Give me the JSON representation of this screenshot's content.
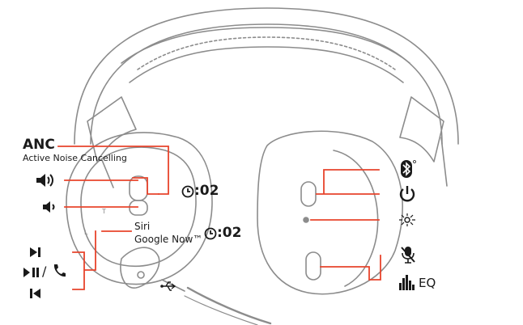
{
  "colors": {
    "callout": "#e8442c",
    "outline": "#8c8c8c",
    "ink": "#1a1a1a"
  },
  "labels": {
    "anc_title": "ANC",
    "anc_subtitle": "Active Noise Cancelling",
    "timer_1": ":02",
    "timer_2": ":02",
    "siri": "Siri",
    "google_now": "Google Now™",
    "slash": "/",
    "eq": "EQ",
    "cup_mark_l": "L",
    "cup_mark_t": "T"
  },
  "icons": [
    "volume-up-icon",
    "volume-down-icon",
    "next-track-icon",
    "play-pause-icon",
    "phone-icon",
    "previous-track-icon",
    "clock-icon",
    "bluetooth-icon",
    "power-icon",
    "led-indicator-icon",
    "mute-mic-icon",
    "equalizer-icon",
    "usb-icon"
  ]
}
